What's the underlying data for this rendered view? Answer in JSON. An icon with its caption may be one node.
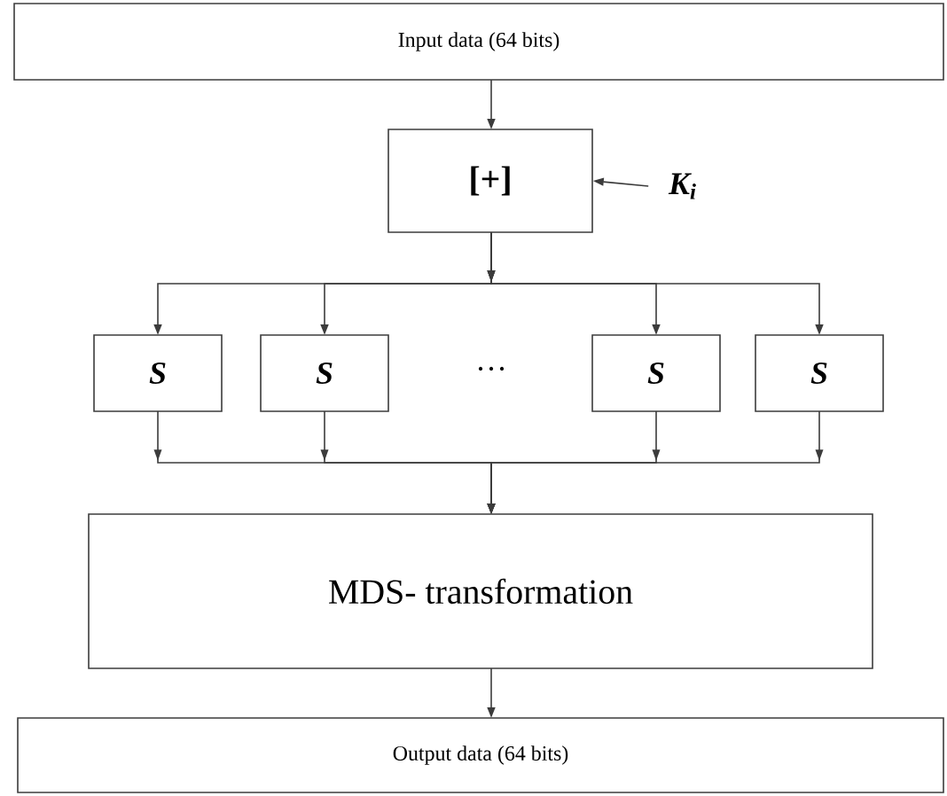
{
  "diagram": {
    "nodes": [
      {
        "text": [
          "Input data (64 bits)"
        ]
      },
      {
        "text": [
          "[+]"
        ]
      },
      {
        "text": [
          "K$_{i}$"
        ]
      },
      {
        "text": [
          "S"
        ]
      },
      {
        "text": [
          "S"
        ]
      },
      {
        "text": [
          "S"
        ]
      },
      {
        "text": [
          "S"
        ]
      },
      {
        "text": [
          "MDS- transformation"
        ]
      },
      {
        "text": [
          "Output data (64 bits)"
        ]
      }
    ],
    "edges": [
      {
        "from": 0,
        "to": 1,
        "arrow": "to"
      },
      {
        "from": 2,
        "to": 1,
        "arrow": "to"
      },
      {
        "from": 1,
        "to": 3,
        "arrow": "to"
      },
      {
        "from": 1,
        "to": 4,
        "arrow": "to"
      },
      {
        "from": 1,
        "to": 5,
        "arrow": "to"
      },
      {
        "from": 1,
        "to": 6,
        "arrow": "to"
      },
      {
        "from": 3,
        "to": 7,
        "arrow": "to"
      },
      {
        "from": 4,
        "to": 7,
        "arrow": "to"
      },
      {
        "from": 5,
        "to": 7,
        "arrow": "to"
      },
      {
        "from": 6,
        "to": 7,
        "arrow": "to"
      },
      {
        "from": 7,
        "to": 8,
        "arrow": "to"
      }
    ],
    "labels": [
      "…"
    ]
  }
}
